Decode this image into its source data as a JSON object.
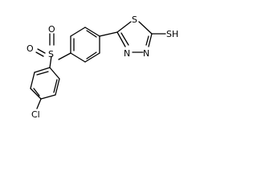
{
  "molecule": {
    "atoms": {
      "sulfonyl_s": "S",
      "sulfonyl_o_top": "O",
      "sulfonyl_o_left": "O",
      "chlorine": "Cl",
      "thiadiazole_s": "S",
      "thiol_sh": "SH",
      "n_ring_right": "N",
      "n_ring_left": "N"
    }
  }
}
